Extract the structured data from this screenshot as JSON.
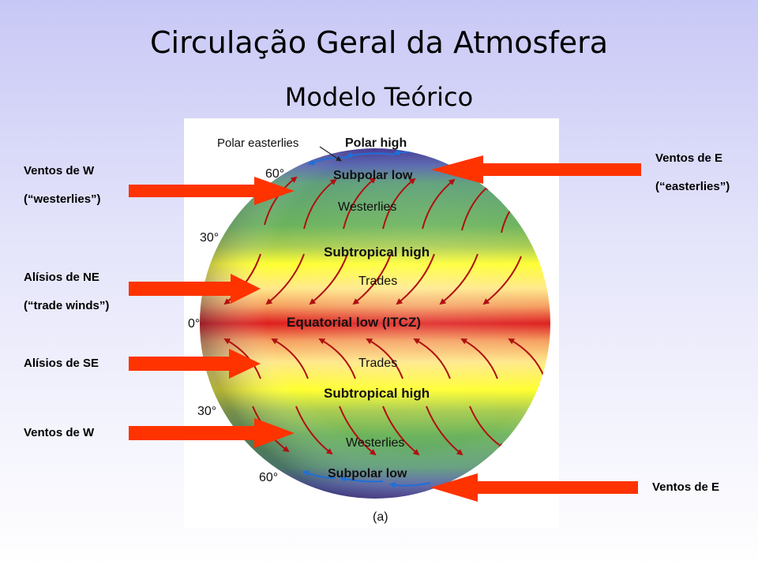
{
  "slide": {
    "title": "Circulação Geral da Atmosfera",
    "subtitle": "Modelo Teórico"
  },
  "labels_left": [
    {
      "line1": "Ventos de W",
      "line2": "(“westerlies”)"
    },
    {
      "line1": "Alísios de NE",
      "line2": "(“trade winds”)"
    },
    {
      "line1": "Alísios de SE"
    },
    {
      "line1": "Ventos de W"
    }
  ],
  "labels_right": [
    {
      "line1": "Ventos de E",
      "line2": "(“easterlies”)"
    },
    {
      "line1": "Ventos de E"
    }
  ],
  "globe": {
    "polar_easterlies": "Polar easterlies",
    "polar_high": "Polar high",
    "subpolar_low_north": "Subpolar low",
    "westerlies_north": "Westerlies",
    "subtropical_high_north": "Subtropical high",
    "trades_north": "Trades",
    "equatorial_low": "Equatorial low (ITCZ)",
    "trades_south": "Trades",
    "subtropical_high_south": "Subtropical high",
    "westerlies_south": "Westerlies",
    "subpolar_low_south": "Subpolar low",
    "lat_60_north": "60°",
    "lat_30_north": "30°",
    "lat_0": "0°",
    "lat_30_south": "30°",
    "lat_60_south": "60°",
    "caption": "(a)"
  },
  "colors": {
    "pointer": "#ff3300",
    "wind_arrow": "#b01010",
    "polar_arrow": "#1e6fd8",
    "equator_band": "#e02020",
    "subtropical_band": "#ffff30",
    "temperate_band": "#66b060",
    "polar_cap": "#5050a0"
  }
}
